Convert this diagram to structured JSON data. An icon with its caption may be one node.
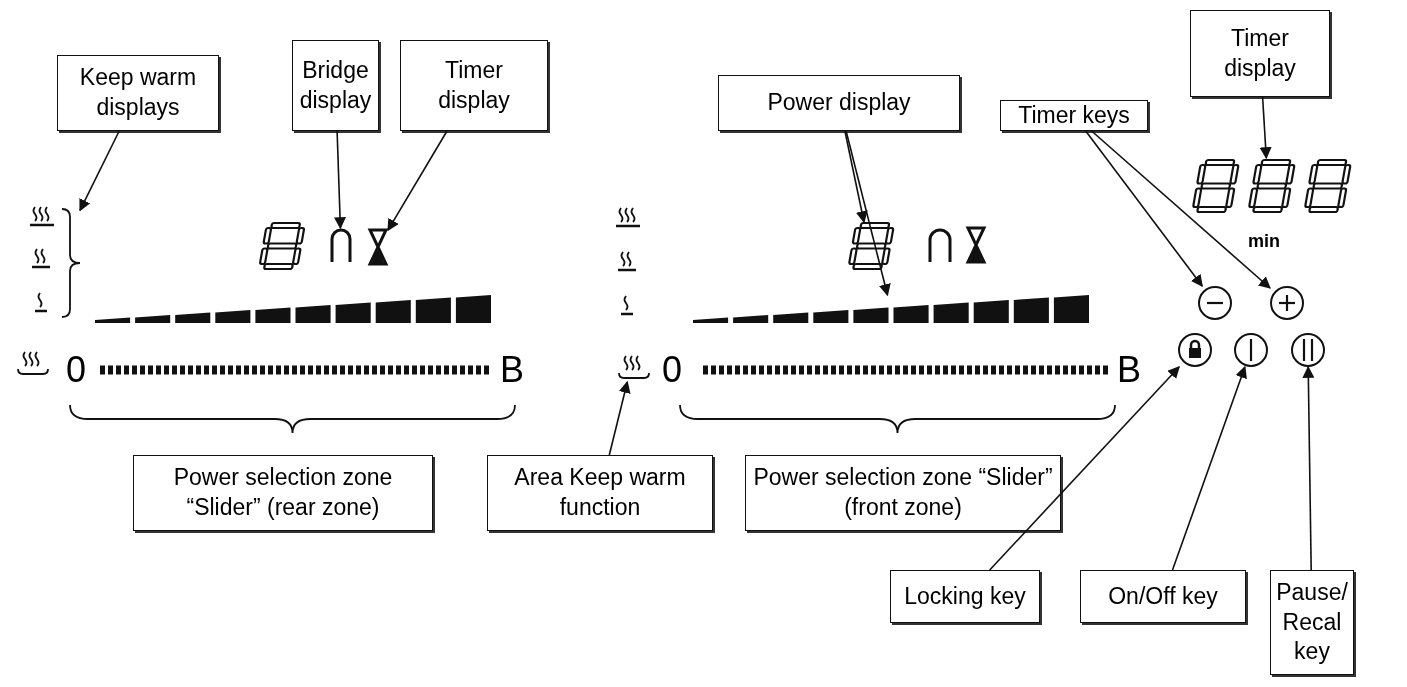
{
  "diagram": {
    "nodes": [
      {
        "text": [
          "Keep warm displays"
        ]
      },
      {
        "text": [
          "Bridge display"
        ]
      },
      {
        "text": [
          "Timer display"
        ]
      },
      {
        "text": [
          "Power display"
        ]
      },
      {
        "text": [
          "Timer keys"
        ]
      },
      {
        "text": [
          "Timer display"
        ]
      },
      {
        "text": [
          "Power selection zone “Slider” (rear zone)"
        ]
      },
      {
        "text": [
          "Area Keep warm function"
        ]
      },
      {
        "text": [
          "Power selection zone “Slider” (front zone)"
        ]
      },
      {
        "text": [
          "Locking key"
        ]
      },
      {
        "text": [
          "On/Off key"
        ]
      },
      {
        "text": [
          "Pause/ Recal key"
        ]
      },
      {
        "text": [],
        "shape": "box"
      },
      {
        "text": [],
        "shape": "box"
      },
      {
        "text": [],
        "shape": "box"
      },
      {
        "text": [],
        "shape": "box"
      },
      {
        "text": [],
        "shape": "bar"
      },
      {
        "text": [],
        "shape": "box"
      },
      {
        "text": [],
        "shape": "circle"
      },
      {
        "text": [],
        "shape": "circle"
      },
      {
        "text": [],
        "shape": "box"
      },
      {
        "text": [],
        "shape": "circle"
      },
      {
        "text": [],
        "shape": "circle"
      },
      {
        "text": [],
        "shape": "circle"
      },
      {
        "text": [],
        "shape": "bar"
      }
    ],
    "edges": [
      {
        "from": 0,
        "to": 12,
        "arrow": "to"
      },
      {
        "from": 1,
        "to": 13,
        "arrow": "to"
      },
      {
        "from": 2,
        "to": 14,
        "arrow": "to"
      },
      {
        "from": 3,
        "to": 15,
        "arrow": "to"
      },
      {
        "from": 3,
        "to": 24,
        "arrow": "to"
      },
      {
        "from": 4,
        "to": 18,
        "arrow": "to"
      },
      {
        "from": 4,
        "to": 19,
        "arrow": "to"
      },
      {
        "from": 5,
        "to": 17,
        "arrow": "to"
      },
      {
        "from": 7,
        "to": 20,
        "arrow": "to"
      },
      {
        "from": 9,
        "to": 21,
        "arrow": "to"
      },
      {
        "from": 10,
        "to": 22,
        "arrow": "to"
      },
      {
        "from": 11,
        "to": 23,
        "arrow": "to"
      }
    ],
    "labels": [
      "0",
      "B",
      "0",
      "B",
      "min"
    ]
  }
}
